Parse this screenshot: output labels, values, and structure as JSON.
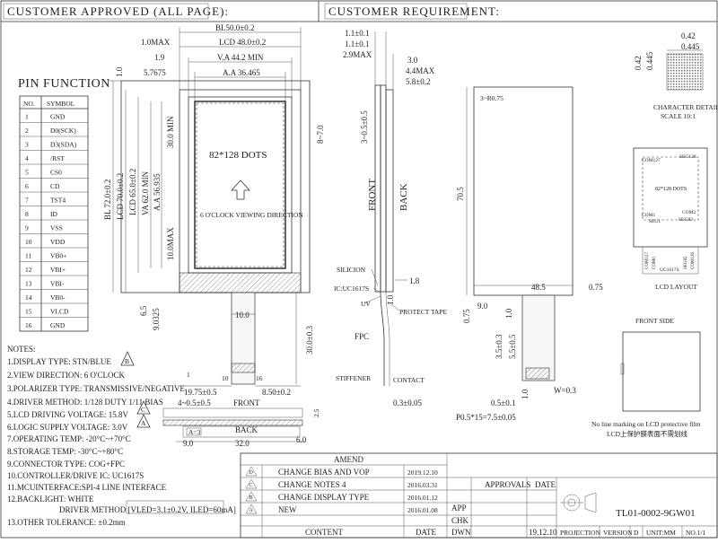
{
  "header": {
    "left": "CUSTOMER  APPROVED  (ALL  PAGE):",
    "right": "CUSTOMER  REQUIREMENT:"
  },
  "pin_function": {
    "title": "PIN FUNCTION",
    "col_no": "NO.",
    "col_symbol": "SYMBOL",
    "rows": [
      {
        "no": "1",
        "symbol": "GND"
      },
      {
        "no": "2",
        "symbol": "D0(SCK)"
      },
      {
        "no": "3",
        "symbol": "D3(SDA)"
      },
      {
        "no": "4",
        "symbol": "/RST"
      },
      {
        "no": "5",
        "symbol": "CS0"
      },
      {
        "no": "6",
        "symbol": "CD"
      },
      {
        "no": "7",
        "symbol": "TST4"
      },
      {
        "no": "8",
        "symbol": "ID"
      },
      {
        "no": "9",
        "symbol": "VSS"
      },
      {
        "no": "10",
        "symbol": "VDD"
      },
      {
        "no": "11",
        "symbol": "VB0+"
      },
      {
        "no": "12",
        "symbol": "VBI+"
      },
      {
        "no": "13",
        "symbol": "VBI-"
      },
      {
        "no": "14",
        "symbol": "VB0-"
      },
      {
        "no": "15",
        "symbol": "VLCD"
      },
      {
        "no": "16",
        "symbol": "GND"
      }
    ]
  },
  "notes": {
    "title": "NOTES:",
    "items": [
      "1.DISPLAY TYPE: STN/BLUE",
      "2.VIEW DIRECTION: 6 O'CLOCK",
      "3.POLARIZER TYPE: TRANSMISSIVE/NEGATIVE",
      "4.DRIVER METHOD: 1/128 DUTY 1/11 BIAS",
      "5.LCD DRIVING VOLTAGE: 15.8V",
      "6.LOGIC SUPPLY VOLTAGE: 3.0V",
      "7.OPERATING TEMP: -20°C~+70°C",
      "8.STORAGE TEMP: -30°C~+80°C",
      "9.CONNECTOR TYPE: COG+FPC",
      "10.CONTROLLER/DRIVE IC: UC1617S",
      "11.MCUINTERFACE:SPI-4 LINE INTERFACE",
      "12.BACKLIGHT: WHITE",
      "DRIVER METHOD [VLED=3.1±0.2V, ILED=60mA]",
      "13.OTHER TOLERANCE: ±0.2mm"
    ],
    "rev_marks": [
      "B",
      "C",
      "A"
    ]
  },
  "front_view": {
    "dims": {
      "bl_width": "BL50.0±0.2",
      "lcd_width": "LCD 48.0±0.2",
      "va_width": "V.A 44.2 MIN",
      "aa_width": "A.A 36.465",
      "max1": "1.0MAX",
      "d19": "1.9",
      "d5767": "5.7675",
      "d10": "1.0",
      "bl_height": "BL 72.0±0.2",
      "lcd_height": "LCD 70.0±0.2",
      "lcd_h2": "LCD 65.0±0.2",
      "va_height": "VA 62.0 MIN",
      "aa_height": "A.A 56.935",
      "d300min": "30.0 MIN",
      "d10max": "10.0MAX",
      "d870": "8~7.0",
      "d65": "6.5",
      "d90325": "9.0325",
      "fpc_w": "10.0",
      "fpc_len": "30.0±0.3",
      "d1975": "19.75±0.5",
      "d850": "8.50±0.2",
      "d405": "4~0.5±0.5",
      "pin1": "1",
      "pin10": "10",
      "pin16": "16",
      "dots": "82*128 DOTS",
      "viewing": "6 O'CLOCK VIEWING DIRECTION",
      "front_lbl": "FRONT",
      "back_lbl": "BACK",
      "d25": "2.5",
      "d90b": "9.0",
      "d320": "32.0",
      "d60": "6.0",
      "a_mark": "A=3"
    }
  },
  "side_view": {
    "dims": {
      "d11a": "1.1±0.1",
      "d11b": "1.1±0.1",
      "d29": "2.9MAX",
      "d30": "3.0",
      "d44": "4.4MAX",
      "d58": "5.8±0.2",
      "d305": "3~0.5±0.5",
      "front": "FRONT",
      "back": "BACK",
      "silicon": "SILICION",
      "ic": "IC:UC1617S",
      "uv": "UV",
      "d18": "1.8",
      "d10": "1.0",
      "tape": "PROTECT TAPE",
      "fpc": "FPC",
      "stiffener": "STIFFENER",
      "contact": "CONTACT",
      "d03": "0.3±0.05"
    }
  },
  "back_view": {
    "dims": {
      "r075": "3~R0.75",
      "h705": "70.5",
      "w485": "48.5",
      "d075a": "0.75",
      "d075b": "0.75",
      "d90": "9.0",
      "d10": "1.0",
      "d35": "3.5±0.3",
      "d55": "5.5±0.5",
      "d05": "0.5±0.1",
      "d10b": "1.0",
      "w03": "W=0.3",
      "pitch": "P0.5*15=7.5±0.05"
    }
  },
  "char_details": {
    "d042a": "0.42",
    "d0445a": "0.445",
    "d042b": "0.42",
    "d0445b": "0.445",
    "title": "CHARACTER DETAILS",
    "scale": "SCALE 10:1"
  },
  "lcd_layout": {
    "com127": "COM127",
    "seg128": "SEG128",
    "dots": "82*128 DOTS",
    "com1": "COM1",
    "seg1": "SEG1",
    "com2": "COM2",
    "seg82": "SEG82",
    "com127b": "COM127",
    "com0": "COM0",
    "seg82b": "SEG82",
    "com126": "COM126",
    "ic": "UC1617S",
    "title": "LCD LAYOUT"
  },
  "front_side": {
    "title": "FRONT SIDE",
    "note_en": "No line marking on LCD protective film",
    "note_cn": "LCD上保护膜表面不需划线"
  },
  "title_block": {
    "amend": "AMEND",
    "rows": [
      {
        "rev": "D",
        "desc": "CHANGE BIAS AND VOP",
        "date": "2019.12.10"
      },
      {
        "rev": "C",
        "desc": "CHANGE NOTES 4",
        "date": "2016.03.31"
      },
      {
        "rev": "B",
        "desc": "CHANGE DISPLAY TYPE",
        "date": "2016.01.12"
      },
      {
        "rev": "A",
        "desc": "NEW",
        "date": "2016.01.08"
      }
    ],
    "col_content": "CONTENT",
    "col_date": "DATE",
    "approvals": "APPROVALS",
    "date_hdr": "DATE",
    "app": "APP",
    "chk": "CHK",
    "dwn": "DWN",
    "dwn_date": "19.12.10",
    "part_no": "TL01-0002-9GW01",
    "projection": "PROJECTION",
    "version": "VERSION",
    "version_val": "D",
    "unit": "UNIT:MM",
    "page": "NO.1/1"
  }
}
